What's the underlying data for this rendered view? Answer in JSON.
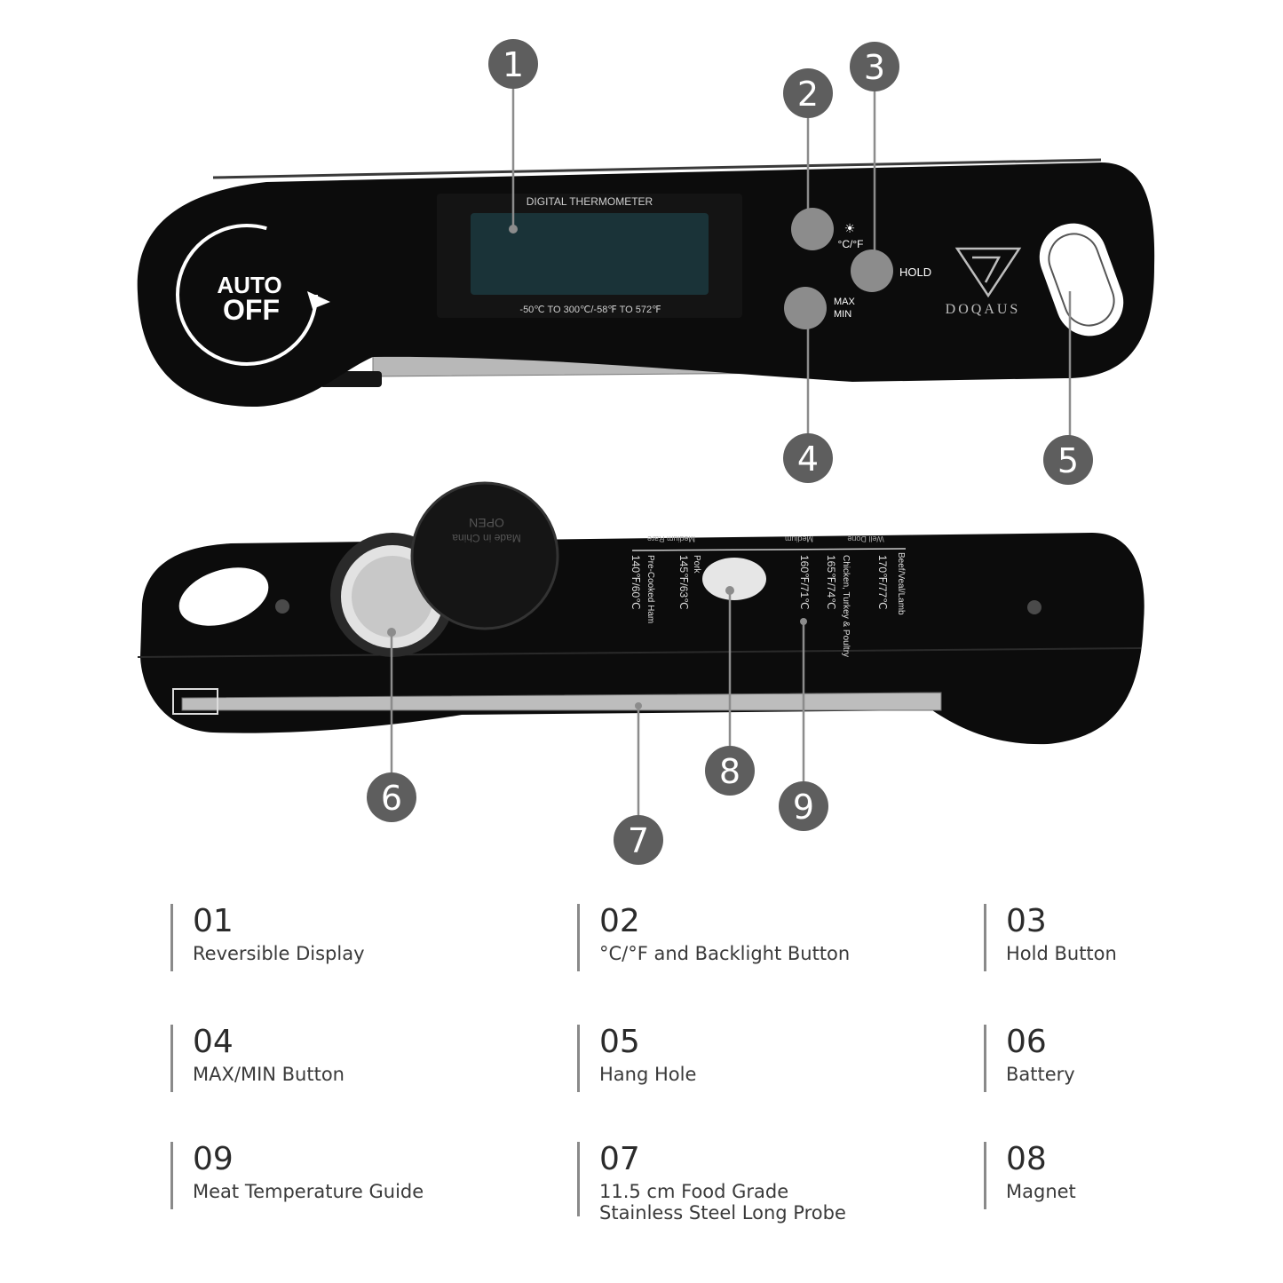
{
  "device_top": {
    "auto_off_line1": "AUTO",
    "auto_off_line2": "OFF",
    "display_title": "DIGITAL THERMOMETER",
    "range_text": "-50℃  TO 300℃/-58℉  TO 572℉",
    "button_unit_label": "°C/°F",
    "button_hold_label": "HOLD",
    "button_max_label": "MAX",
    "button_min_label": "MIN",
    "brand": "DOQAUS"
  },
  "device_bottom": {
    "cap_text1": "OPEN",
    "cap_text2": "Made in China",
    "guide_labels": [
      "Medium Rare",
      "Medium",
      "Well Done"
    ],
    "guide_entries": [
      {
        "temp": "140℉/60℃",
        "food": "Pre-Cooked Ham"
      },
      {
        "temp": "145℉/63℃",
        "food": "Pork"
      },
      {
        "temp": "160℉/71℃",
        "food": ""
      },
      {
        "temp": "165℉/74℃",
        "food": "Chicken, Turkey & Poultry"
      },
      {
        "temp": "170℉/77℃",
        "food": "Beef/Veal/Lamb"
      }
    ]
  },
  "callouts": [
    "1",
    "2",
    "3",
    "4",
    "5",
    "6",
    "7",
    "8",
    "9"
  ],
  "legend": [
    {
      "num": "01",
      "label": "Reversible Display"
    },
    {
      "num": "02",
      "label": "°C/°F and Backlight Button"
    },
    {
      "num": "03",
      "label": "Hold Button"
    },
    {
      "num": "04",
      "label": "MAX/MIN Button"
    },
    {
      "num": "05",
      "label": "Hang Hole"
    },
    {
      "num": "06",
      "label": "Battery"
    },
    {
      "num": "09",
      "label": "Meat Temperature Guide"
    },
    {
      "num": "07",
      "label": "11.5 cm Food Grade  Stainless Steel Long Probe"
    },
    {
      "num": "08",
      "label": "Magnet"
    }
  ]
}
